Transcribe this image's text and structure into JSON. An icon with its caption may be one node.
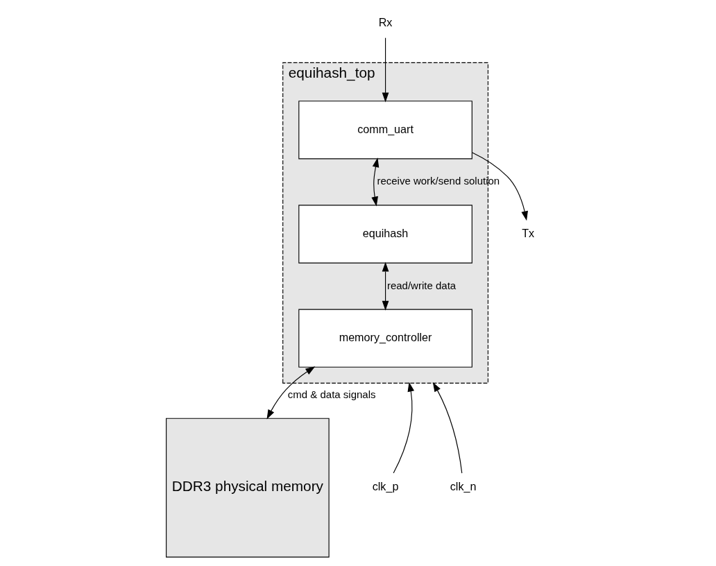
{
  "diagram": {
    "nodes": [
      {
        "text": [
          "equihash_top"
        ]
      },
      {
        "text": [
          "comm_uart"
        ],
        "in": 0
      },
      {
        "text": [
          "equihash"
        ],
        "in": 0
      },
      {
        "text": [
          "memory_controller"
        ],
        "in": 0
      },
      {
        "text": [
          "DDR3 physical memory"
        ]
      },
      {
        "text": [
          "Rx"
        ]
      },
      {
        "text": [
          "Tx"
        ]
      },
      {
        "text": [
          "clk_p"
        ]
      },
      {
        "text": [
          "clk_n"
        ]
      }
    ],
    "edges": [
      {
        "from": 5,
        "to": 1,
        "arrow": "to"
      },
      {
        "from": 1,
        "to": 6,
        "arrow": "to"
      },
      {
        "from": 1,
        "to": 2,
        "arrow": "both",
        "label": "receive work/send solution"
      },
      {
        "from": 2,
        "to": 3,
        "arrow": "both",
        "label": "read/write data"
      },
      {
        "from": 3,
        "to": 4,
        "arrow": "both",
        "label": "cmd & data signals"
      },
      {
        "from": 7,
        "to": 0,
        "arrow": "to"
      },
      {
        "from": 8,
        "to": 0,
        "arrow": "to"
      }
    ]
  }
}
